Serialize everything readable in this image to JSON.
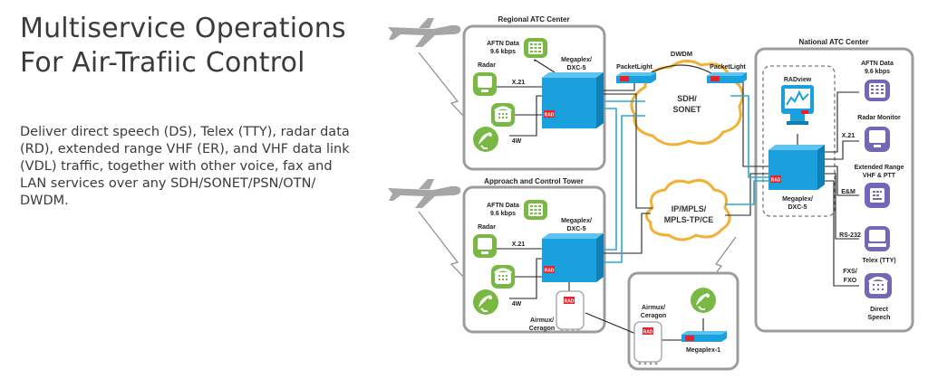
{
  "heading": {
    "line1": "Multiservice Operations",
    "line2": "For Air-Trafiic Control"
  },
  "description": {
    "lines": [
      "Deliver direct speech (DS), Telex (TTY), radar data",
      "(RD), extended range VHF (ER), and VHF data link",
      "(VDL) traffic, together with other voice, fax and",
      "LAN services over any SDH/SONET/PSN/OTN/",
      "DWDM."
    ]
  },
  "diagram": {
    "regional": {
      "title": "Regional ATC Center",
      "aftn_line1": "AFTN Data",
      "aftn_line2": "9.6 kbps",
      "radar": "Radar",
      "x21": "X.21",
      "fourw": "4W",
      "megaplex_line1": "Megaplex/",
      "megaplex_line2": "DXC-5"
    },
    "approach": {
      "title": "Approach and Control Tower",
      "aftn_line1": "AFTN Data",
      "aftn_line2": "9.6 kbps",
      "radar": "Radar",
      "x21": "X.21",
      "fourw": "4W",
      "megaplex_line1": "Megaplex/",
      "megaplex_line2": "DXC-5",
      "airmux_line1": "Airmux/",
      "airmux_line2": "Ceragon"
    },
    "core": {
      "dwdm": "DWDM",
      "packetlight_left": "PacketLight",
      "packetlight_right": "PacketLight",
      "sdh_line1": "SDH/",
      "sdh_line2": "SONET",
      "ip_line1": "IP/MPLS/",
      "ip_line2": "MPLS-TP/CE"
    },
    "remote": {
      "airmux_line1": "Airmux/",
      "airmux_line2": "Ceragon",
      "megaplex1": "Megaplex-1"
    },
    "national": {
      "title": "National ATC Center",
      "radview": "RADview",
      "megaplex_line1": "Megaplex/",
      "megaplex_line2": "DXC-5",
      "aftn_line1": "AFTN Data",
      "aftn_line2": "9.6 kbps",
      "radar_monitor": "Radar Monitor",
      "x21": "X.21",
      "er_line1": "Extended Range",
      "er_line2": "VHF & PTT",
      "em": "E&M",
      "rs232": "RS-232",
      "telex": "Telex (TTY)",
      "fxs": "FXS/",
      "fxo": "FXO",
      "direct_line1": "Direct",
      "direct_line2": "Speech"
    },
    "rad_logo": "RAD",
    "colors": {
      "megaplex_blue": "#1aa0dc",
      "phone_green": "#78b843",
      "device_purple": "#7368b6",
      "box_border": "#9c9c9c",
      "cloud_border": "#f2b134",
      "fiber_cyan": "#29a8dc"
    }
  }
}
